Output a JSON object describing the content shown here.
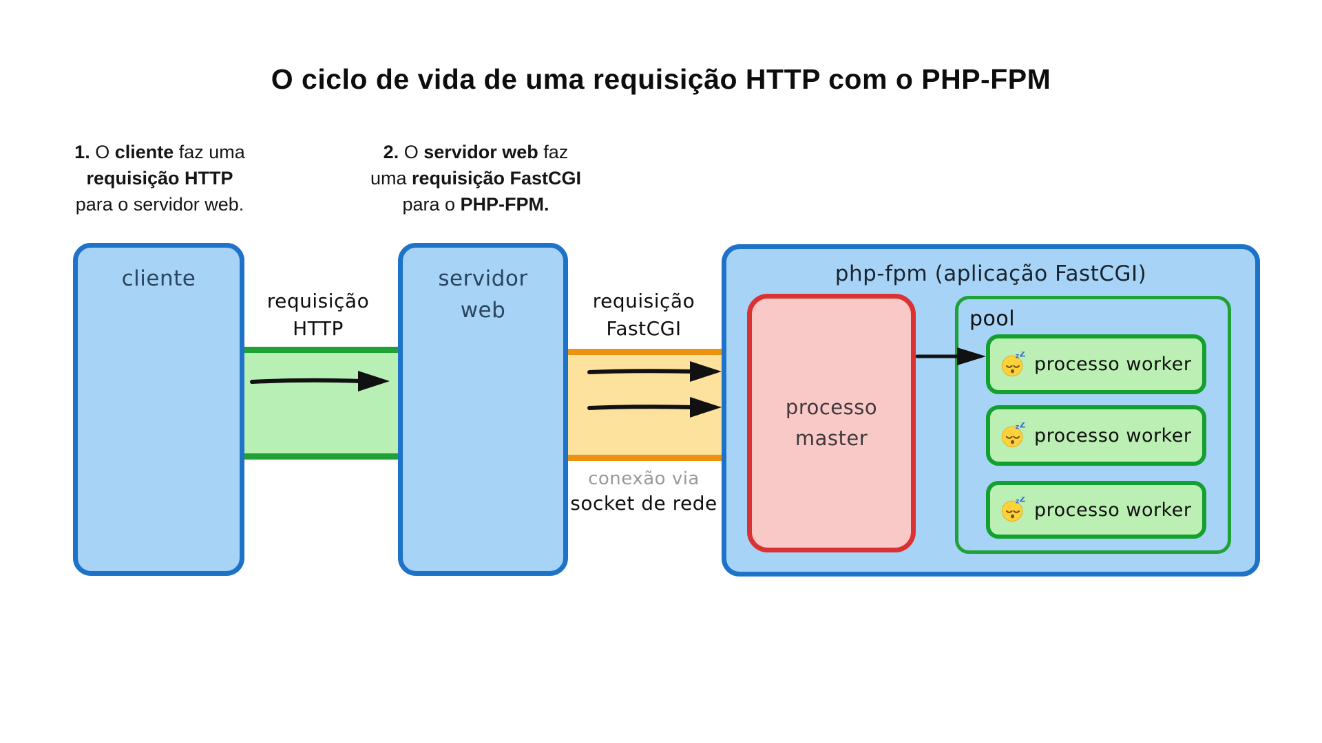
{
  "title": "O ciclo de vida de uma requisição HTTP com o PHP-FPM",
  "step1": {
    "l1": [
      "1.",
      " O ",
      "cliente",
      " faz uma"
    ],
    "l2": [
      "requisição HTTP"
    ],
    "l3": [
      "para o servidor web."
    ]
  },
  "step2": {
    "l1": [
      "2.",
      " O ",
      "servidor web",
      " faz"
    ],
    "l2": [
      "uma ",
      "requisição FastCGI"
    ],
    "l3": [
      "para o ",
      "PHP-FPM."
    ]
  },
  "diagram": {
    "client_box": {
      "label": "cliente"
    },
    "web_server_box": {
      "line1": "servidor",
      "line2": "web"
    },
    "http_band": {
      "line1": "requisição",
      "line2": "HTTP"
    },
    "fastcgi_band": {
      "line1": "requisição",
      "line2": "FastCGI"
    },
    "socket_note": {
      "line1": "conexão via",
      "line2": "socket de rede"
    },
    "phpfpm_box": {
      "title": "php-fpm (aplicação FastCGI)"
    },
    "master_box": {
      "line1": "processo",
      "line2": "master"
    },
    "pool_box": {
      "label": "pool"
    },
    "workers": [
      {
        "label": "processo worker",
        "icon": "sleeping-emoji"
      },
      {
        "label": "processo worker",
        "icon": "sleeping-emoji"
      },
      {
        "label": "processo worker",
        "icon": "sleeping-emoji"
      }
    ]
  },
  "colors": {
    "blue_border": "#1e72c8",
    "blue_fill": "#a7d3f6",
    "green_border": "#1fa135",
    "green_fill": "#b8efb5",
    "orange_border": "#eb9210",
    "yellow_fill": "#fce29c",
    "red_border": "#da3232",
    "red_fill": "#f9c9c7",
    "worker_border": "#13a02f",
    "worker_fill": "#bbefb3",
    "arrow": "#111111",
    "muted_text": "#9a9a9a"
  }
}
